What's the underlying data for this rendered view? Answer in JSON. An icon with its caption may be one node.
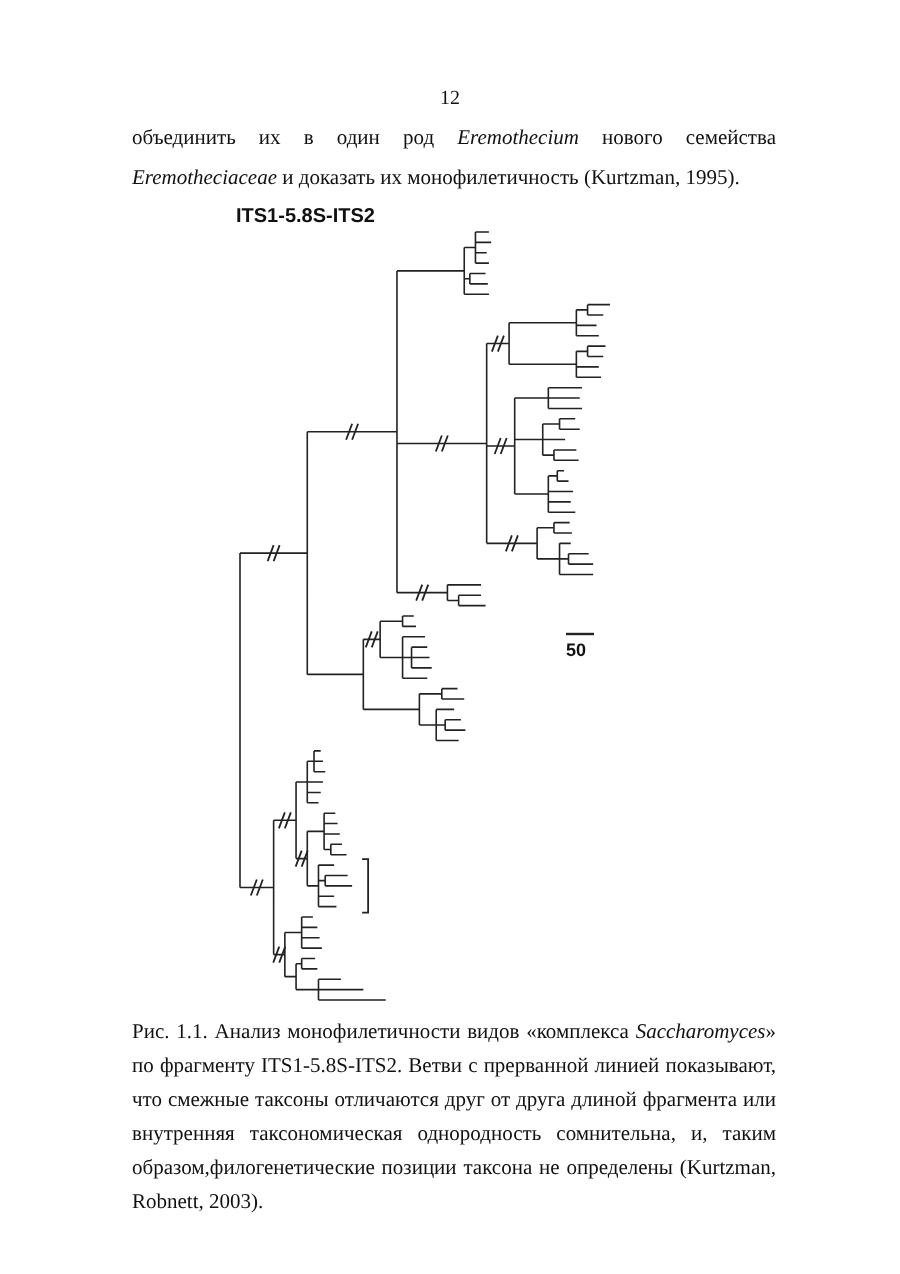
{
  "diagram": {
    "title": "ITS1-5.8S-ITS2",
    "caption": "Рис. 1.1. Анализ монофилетичности видов «комплекса *Saccharomyces*» по фрагменту ITS1-5.8S-ITS2. Ветви с прерванной линией показывают, что смежные таксоны отличаются друг от друга длиной фрагмента или внутренняя таксономическая однородность сомнительна, и, таким образом,филогенетические позиции таксона не определены (Kurtzman, Robnett, 2003).",
    "labels": [
      "12",
      "объединить их в один род *Eremothecium* нового семейства *Eremotheciaceae* и доказать их монофилетичность (Kurtzman, 1995).",
      "50"
    ]
  }
}
